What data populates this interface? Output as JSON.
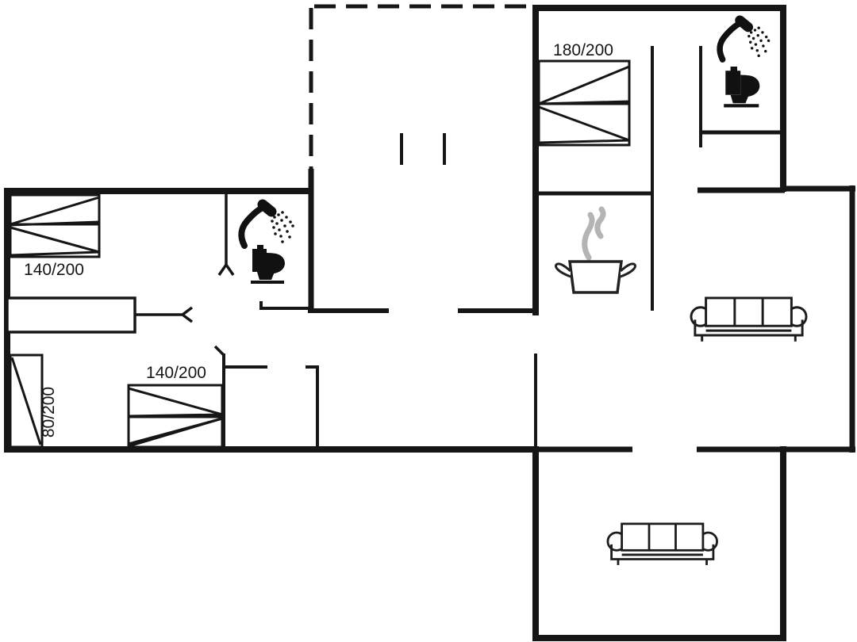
{
  "floor_plan": {
    "beds": [
      {
        "label": "140/200",
        "room": "bedroom-top-left"
      },
      {
        "label": "80/200",
        "room": "bedroom-bottom-left"
      },
      {
        "label": "140/200",
        "room": "bedroom-bottom-middle"
      },
      {
        "label": "180/200",
        "room": "bedroom-top-right"
      }
    ],
    "icons": [
      "shower-icon",
      "toilet-icon",
      "stove-pot-icon",
      "sofa-icon",
      "door-icon"
    ],
    "colors": {
      "line": "#161616",
      "steam": "#b4b4b4",
      "background": "#ffffff"
    }
  }
}
